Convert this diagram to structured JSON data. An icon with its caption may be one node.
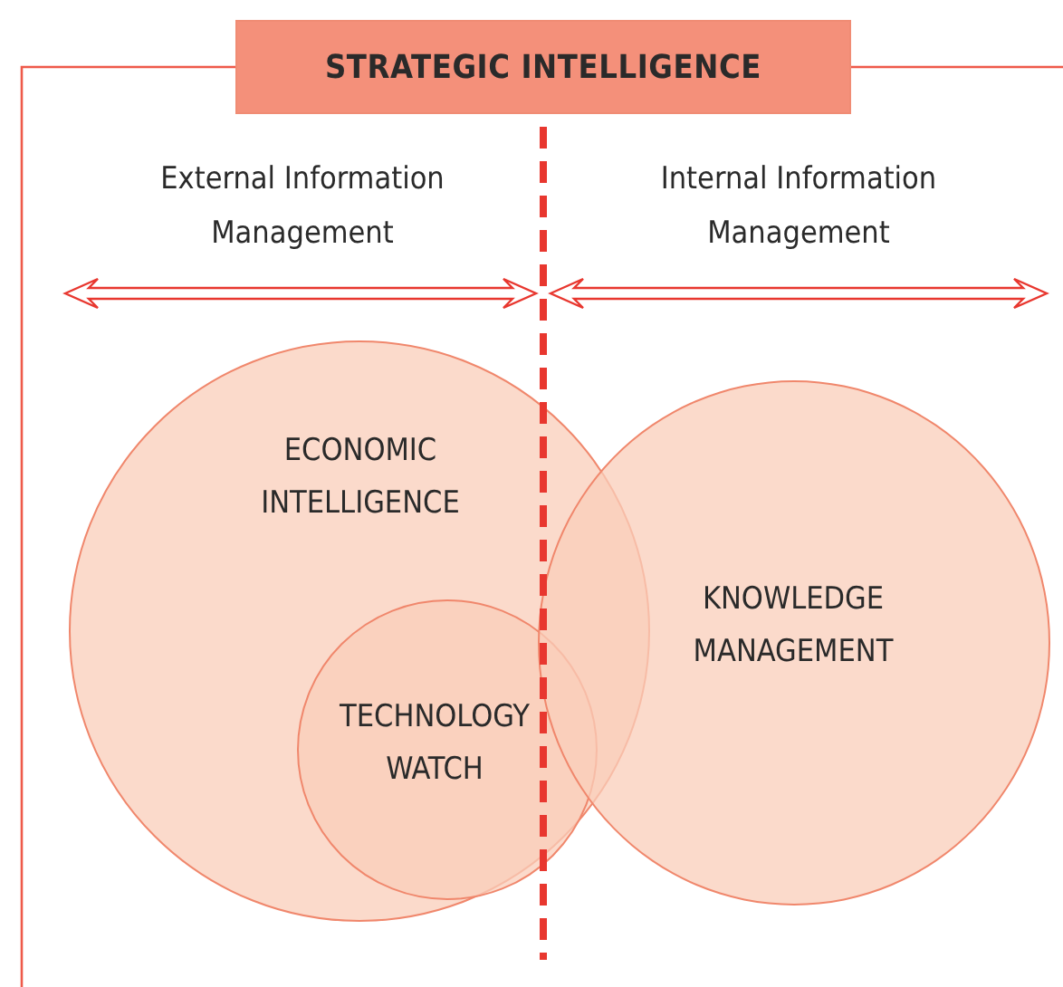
{
  "diagram": {
    "nodes": [
      {
        "text": [
          "STRATEGIC INTELLIGENCE"
        ]
      },
      {
        "text": [
          "ECONOMIC INTELLIGENCE"
        ]
      },
      {
        "text": [
          "TECHNOLOGY WATCH"
        ],
        "in": 1
      },
      {
        "text": [
          "KNOWLEDGE MANAGEMENT"
        ]
      }
    ],
    "edges": [],
    "labels": [
      "External Information Management",
      "Internal Information Management"
    ]
  }
}
